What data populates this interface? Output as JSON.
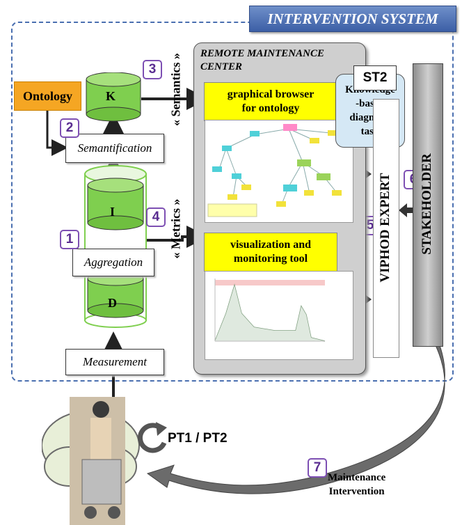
{
  "header": {
    "title": "INTERVENTION SYSTEM"
  },
  "pipeline": {
    "ontology": "Ontology",
    "semantification": "Semantification",
    "aggregation": "Aggregation",
    "measurement": "Measurement",
    "store_k": "K",
    "store_i": "I",
    "store_d": "D",
    "semantics_label": "« Semantics »",
    "metrics_label": "« Metrics »"
  },
  "badges": [
    "1",
    "2",
    "3",
    "4",
    "5",
    "6",
    "7"
  ],
  "remote_center": {
    "title_line1": "REMOTE MAINTENANCE",
    "title_line2": "CENTER",
    "browser_line1": "graphical browser",
    "browser_line2": "for ontology",
    "monitor_line1": "visualization and",
    "monitor_line2": "monitoring tool"
  },
  "st2": {
    "label": "ST2",
    "task_line1": "Knowledge",
    "task_line2": "-based",
    "task_line3": "diagnosis",
    "task_line4": "task"
  },
  "viphod": "VIPHOD EXPERT",
  "stakeholder": "STAKEHOLDER",
  "patient": {
    "label": "PT1 / PT2"
  },
  "maintenance": {
    "line1": "Maintenance",
    "line2": "Intervention"
  },
  "colors": {
    "ontology": "#f5a623",
    "yellow": "#ffff00",
    "cylinder": "#7fcf4f",
    "badge": "#7d4fb3",
    "boundary": "#4a6fb0"
  }
}
